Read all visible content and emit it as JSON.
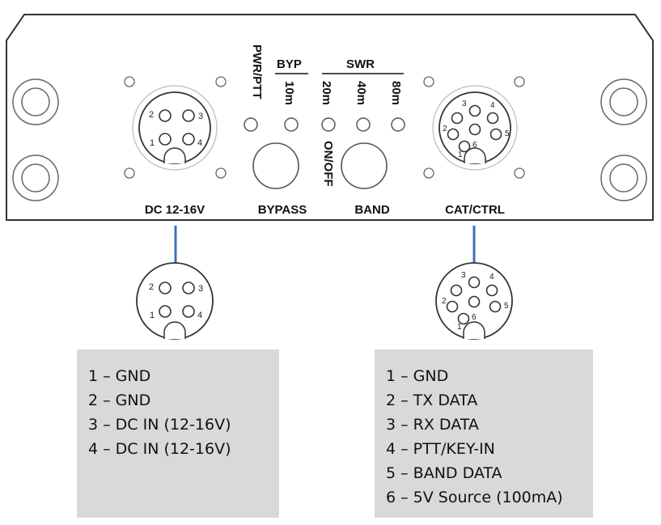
{
  "panel": {
    "labels": {
      "pwr_ptt": "PWR/PTT",
      "byp": "BYP",
      "swr": "SWR",
      "led_10m": "10m",
      "led_20m": "20m",
      "led_40m": "40m",
      "led_80m": "80m",
      "on_off": "ON/OFF",
      "dc_connector": "DC 12-16V",
      "bypass_button": "BYPASS",
      "band_button": "BAND",
      "cat_connector": "CAT/CTRL"
    }
  },
  "connectors": {
    "dc": {
      "pins": [
        "1",
        "2",
        "3",
        "4"
      ]
    },
    "cat": {
      "pins": [
        "1",
        "2",
        "3",
        "4",
        "5",
        "6"
      ]
    }
  },
  "pinouts": {
    "dc": [
      "1 – GND",
      "2 – GND",
      "3 – DC IN (12-16V)",
      "4 – DC IN (12-16V)"
    ],
    "cat": [
      "1 – GND",
      "2 – TX DATA",
      "3 – RX DATA",
      "4 – PTT/KEY-IN",
      "5 – BAND DATA",
      "6 – 5V Source (100mA)"
    ]
  },
  "colors": {
    "connector_line": "#3f6fb8",
    "pinout_box": "#d9d9d9",
    "panel_outline": "#333333"
  }
}
